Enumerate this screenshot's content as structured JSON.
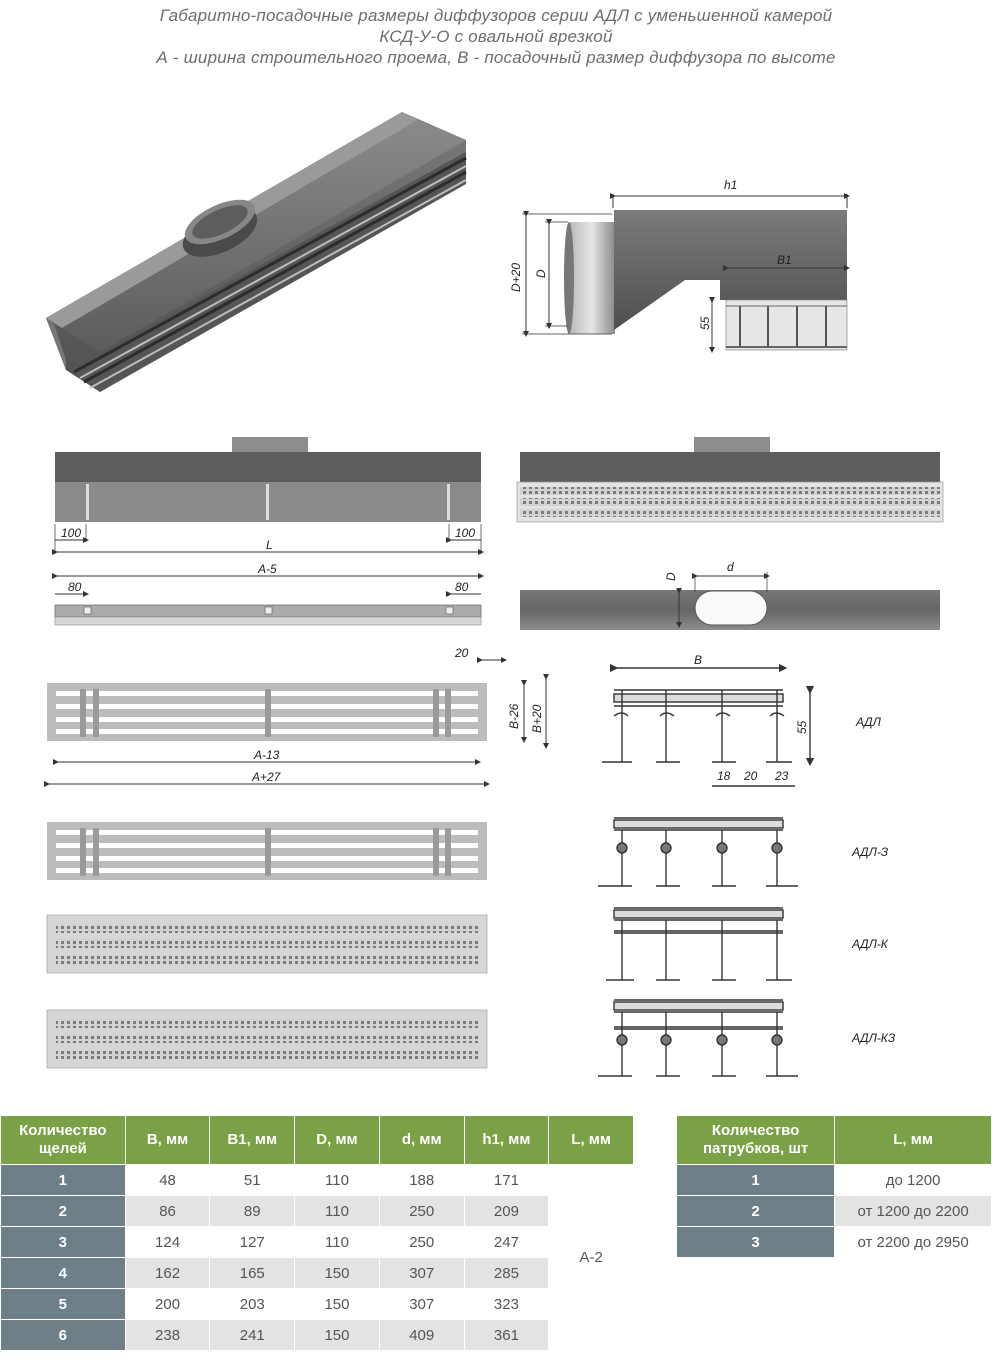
{
  "header": {
    "line1": "Габаритно-посадочные размеры диффузоров серии АДЛ с уменьшенной камерой",
    "line2": "КСД-У-О с овальной врезкой",
    "line3": "А - ширина строительного проема, В - посадочный размер диффузора по высоте"
  },
  "dimensions": {
    "h1": "h1",
    "b1": "B1",
    "d_plus_20": "D+20",
    "d_cap": "D",
    "fifty_five": "55",
    "hundred_left": "100",
    "hundred_right": "100",
    "l": "L",
    "a_minus_5": "A-5",
    "eighty_left": "80",
    "eighty_right": "80",
    "d_cap2": "D",
    "d_small": "d",
    "twenty": "20",
    "b_minus_26": "B-26",
    "b_plus_20": "B+20",
    "a_minus_13": "A-13",
    "a_plus_27": "A+27",
    "b_profile": "B",
    "fifty_five_profile": "55",
    "eighteen": "18",
    "twenty_profile": "20",
    "twenty_three": "23"
  },
  "profile_labels": [
    "АДЛ",
    "АДЛ-З",
    "АДЛ-К",
    "АДЛ-КЗ"
  ],
  "colors": {
    "green_header": "#7aa146",
    "gray_rowhead": "#6e7f87",
    "metal_dark": "#6b6b6b",
    "metal_light": "#c8c8c8"
  },
  "table_main": {
    "headers": [
      "Количество щелей",
      "B, мм",
      "B1, мм",
      "D, мм",
      "d, мм",
      "h1, мм",
      "L, мм"
    ],
    "rows": [
      [
        "1",
        "48",
        "51",
        "110",
        "188",
        "171"
      ],
      [
        "2",
        "86",
        "89",
        "110",
        "250",
        "209"
      ],
      [
        "3",
        "124",
        "127",
        "110",
        "250",
        "247"
      ],
      [
        "4",
        "162",
        "165",
        "150",
        "307",
        "285"
      ],
      [
        "5",
        "200",
        "203",
        "150",
        "307",
        "323"
      ],
      [
        "6",
        "238",
        "241",
        "150",
        "409",
        "361"
      ]
    ],
    "l_value": "A-2"
  },
  "table_nozzles": {
    "headers": [
      "Количество патрубков, шт",
      "L, мм"
    ],
    "rows": [
      [
        "1",
        "до 1200"
      ],
      [
        "2",
        "от 1200 до 2200"
      ],
      [
        "3",
        "от 2200 до 2950"
      ]
    ]
  }
}
